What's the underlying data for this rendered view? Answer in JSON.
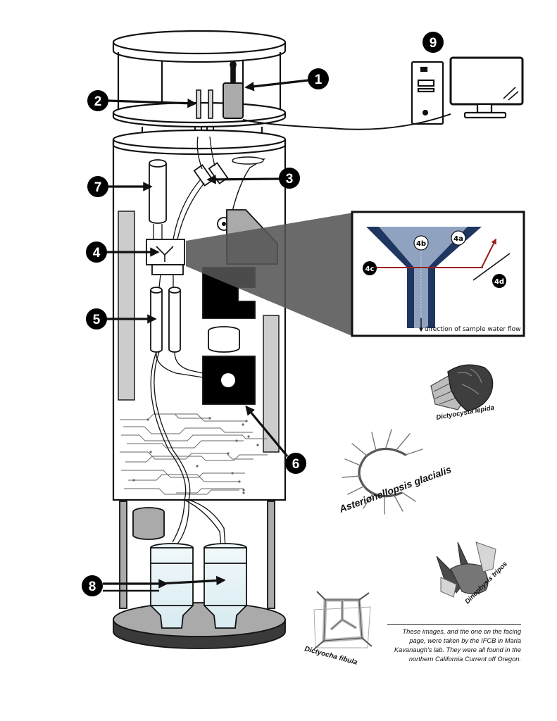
{
  "callouts": [
    {
      "id": "1",
      "label": "1"
    },
    {
      "id": "2",
      "label": "2"
    },
    {
      "id": "3",
      "label": "3"
    },
    {
      "id": "4",
      "label": "4"
    },
    {
      "id": "5",
      "label": "5"
    },
    {
      "id": "6",
      "label": "6"
    },
    {
      "id": "7",
      "label": "7"
    },
    {
      "id": "8",
      "label": "8"
    },
    {
      "id": "9",
      "label": "9"
    }
  ],
  "inset": {
    "labels": {
      "a": "4a",
      "b": "4b",
      "c": "4c",
      "d": "4d"
    },
    "flow_caption": "direction of sample water flow",
    "colors": {
      "channel": "#8fa2c0",
      "channel_edge": "#1e3660",
      "laser": "#9a1f1f"
    }
  },
  "species": {
    "lepida": "Dictyocysta lepida",
    "glacialis": "Asterionellopsis glacialis",
    "tripos": "Dinophysis tripos",
    "fibula": "Dictyocha fibula"
  },
  "caption": "These images, and the one on the facing page, were taken by the IFCB in Maria Kavanaugh's lab. They were all found in the northern California Current off Oregon."
}
